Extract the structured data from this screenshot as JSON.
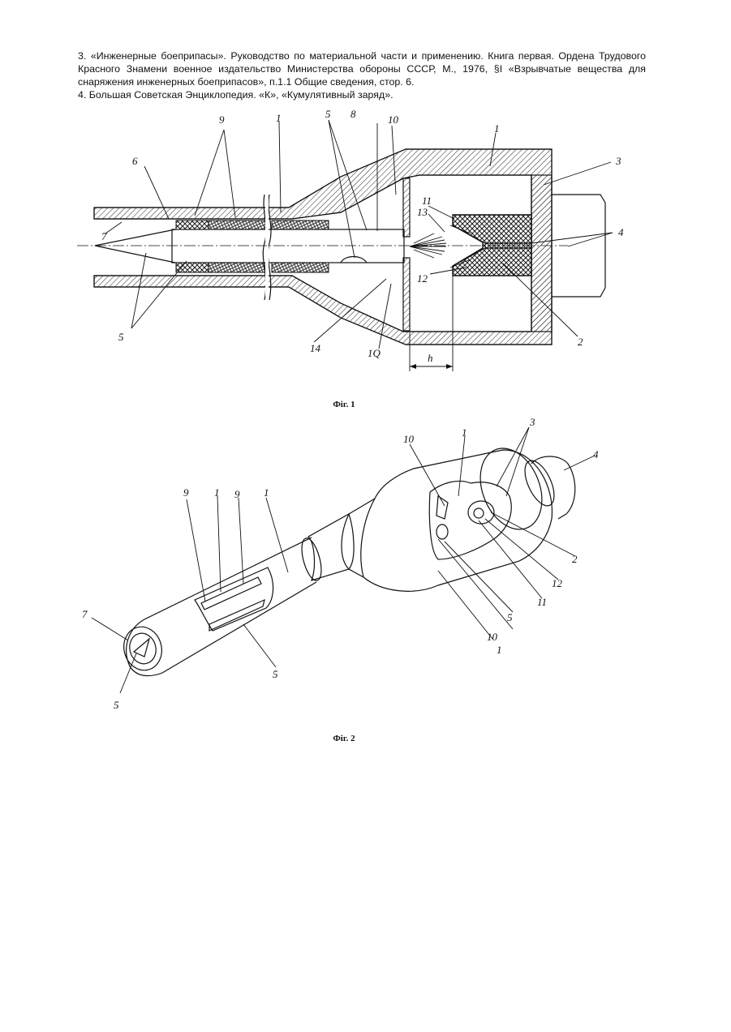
{
  "references": [
    "3. «Инженерные боеприпасы». Руководство по материальной части и применению. Книга первая. Ордена Трудового Красного Знамени военное издательство Министерства обороны СССР, М., 1976, §I «Взрывчатые вещества для снаряжения инженерных боеприпасов», п.1.1 Общие сведения, стор. 6.",
    "4. Большая Советская Энциклопедия. «К», «Кумулятивный заряд»."
  ],
  "figure1": {
    "caption": "Фіг. 1",
    "labels": {
      "l9": "9",
      "l1a": "1",
      "l5a": "5",
      "l8": "8",
      "l10a": "10",
      "l1b": "1",
      "l3": "3",
      "l6": "6",
      "l11": "11",
      "l13": "13",
      "l7": "7",
      "l4": "4",
      "l12": "12",
      "l5b": "5",
      "l14": "14",
      "l10b": "1Q",
      "lh": "h",
      "l2": "2"
    }
  },
  "figure2": {
    "caption": "Фіг. 2",
    "labels": {
      "l10": "10",
      "l1a": "1",
      "l3": "3",
      "l4": "4",
      "l9a": "9",
      "l1b": "1",
      "l9b": "9",
      "l1c": "1",
      "l2": "2",
      "l12": "12",
      "l11": "11",
      "l5a": "5",
      "l1d": "1",
      "l10b": "10",
      "l7": "7",
      "l5b": "5",
      "l5c": "5",
      "l1e": "1"
    }
  }
}
